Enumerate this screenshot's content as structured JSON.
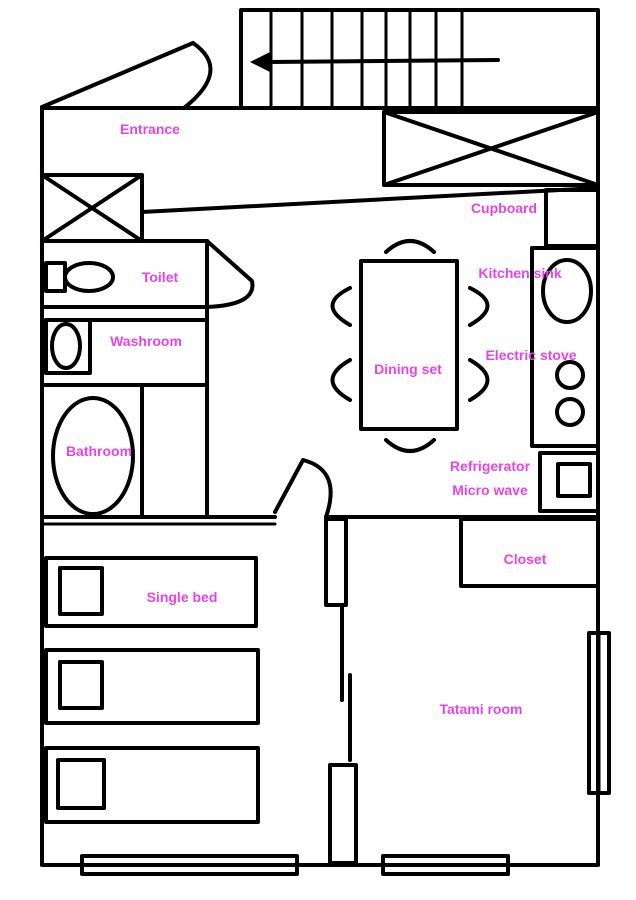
{
  "colors": {
    "label": "#e645e6",
    "line": "#000000",
    "background": "#ffffff"
  },
  "rooms": {
    "entrance": "Entrance",
    "cupboard": "Cupboard",
    "toilet": "Toilet",
    "kitchen_sink": "Kitchen sink",
    "washroom": "Washroom",
    "electric_stove": "Electric stove",
    "dining_set": "Dining set",
    "bathroom": "Bathroom",
    "refrigerator": "Refrigerator",
    "micro_wave": "Micro wave",
    "closet": "Closet",
    "single_bed": "Single bed",
    "tatami_room": "Tatami room"
  }
}
